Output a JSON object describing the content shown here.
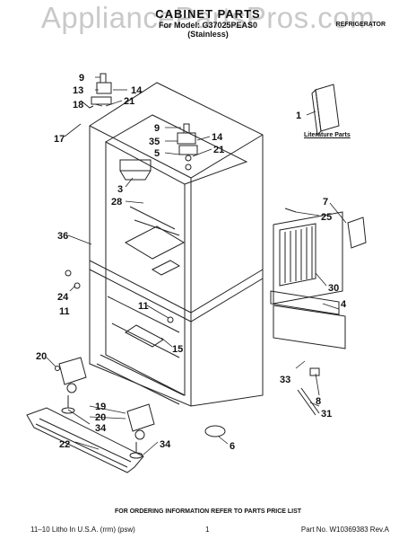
{
  "watermark": "AppliancePartsPros.com",
  "header": {
    "title": "CABINET PARTS",
    "subtitle_model": "For Model: G37025PEAS0",
    "subtitle_finish": "(Stainless)",
    "category": "REFRIGERATOR"
  },
  "literature_label": "Literature Parts",
  "callouts": [
    "9",
    "13",
    "14",
    "18",
    "21",
    "17",
    "9",
    "35",
    "14",
    "5",
    "21",
    "3",
    "28",
    "1",
    "7",
    "25",
    "36",
    "30",
    "24",
    "11",
    "4",
    "11",
    "15",
    "20",
    "33",
    "8",
    "19",
    "31",
    "20",
    "34",
    "22",
    "34",
    "6"
  ],
  "footer": {
    "ordering_note": "FOR ORDERING INFORMATION REFER TO PARTS PRICE LIST",
    "printed": "11–10 Litho In U.S.A. (rrm) (psw)",
    "page": "1",
    "part_no": "Part No. W10369383 Rev.A"
  }
}
